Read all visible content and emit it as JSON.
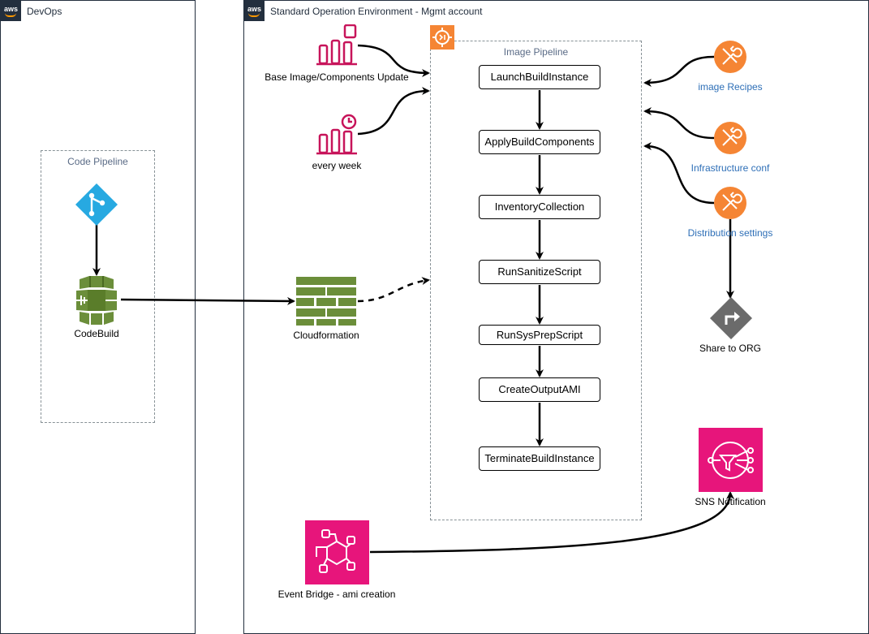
{
  "groups": {
    "devops": {
      "title": "DevOps"
    },
    "soe": {
      "title": "Standard Operation Environment - Mgmt account"
    },
    "aws_badge": "aws"
  },
  "code_pipeline": {
    "title": "Code Pipeline",
    "codebuild_label": "CodeBuild"
  },
  "cloudformation": {
    "label": "Cloudformation"
  },
  "image_pipeline": {
    "title": "Image Pipeline",
    "steps": [
      "LaunchBuildInstance",
      "ApplyBuildComponents",
      "InventoryCollection",
      "RunSanitizeScript",
      "RunSysPrepScript",
      "CreateOutputAMI",
      "TerminateBuildInstance"
    ]
  },
  "triggers": {
    "base_update": "Base Image/Components Update",
    "schedule": "every week"
  },
  "configs": {
    "recipes": "image Recipes",
    "infra": "Infrastructure conf",
    "distribution": "Distribution settings"
  },
  "share": {
    "label": "Share to ORG"
  },
  "sns": {
    "label": "SNS Notification"
  },
  "eventbridge": {
    "label": "Event Bridge - ami creation"
  },
  "colors": {
    "aws_dark": "#232f3e",
    "aws_orange": "#ff9900",
    "pink": "#c7145a",
    "icon_orange": "#f58534",
    "codebuild_green": "#6b8e3a",
    "git_blue": "#27a9e1",
    "label_blue": "#2e6fb7"
  }
}
